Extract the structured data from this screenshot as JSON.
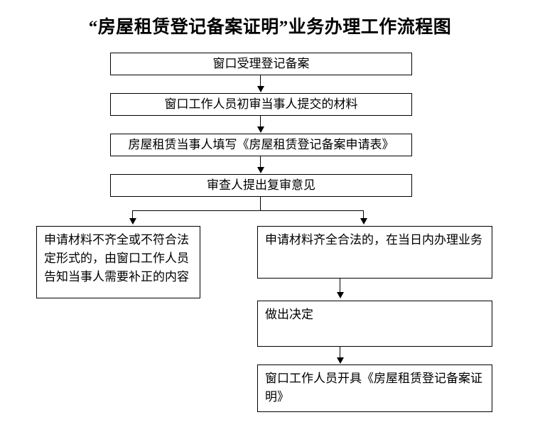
{
  "title": "“房屋租赁登记备案证明”业务办理工作流程图",
  "flowchart": {
    "type": "flowchart",
    "orientation": "top-down",
    "nodes": [
      {
        "id": "n1",
        "label": "窗口受理登记备案"
      },
      {
        "id": "n2",
        "label": "窗口工作人员初审当事人提交的材料"
      },
      {
        "id": "n3",
        "label": "房屋租赁当事人填写《房屋租赁登记备案申请表》"
      },
      {
        "id": "n4",
        "label": "审查人提出复审意见"
      },
      {
        "id": "n5",
        "label": "申请材料不齐全或不符合法定形式的，由窗口工作人员告知当事人需要补正的内容"
      },
      {
        "id": "n6",
        "label": "申请材料齐全合法的，在当日内办理业务"
      },
      {
        "id": "n7",
        "label": "做出决定"
      },
      {
        "id": "n8",
        "label": "窗口工作人员开具《房屋租赁登记备案证明》"
      }
    ],
    "edges": [
      {
        "from": "n1",
        "to": "n2"
      },
      {
        "from": "n2",
        "to": "n3"
      },
      {
        "from": "n3",
        "to": "n4"
      },
      {
        "from": "n4",
        "to": "n5"
      },
      {
        "from": "n4",
        "to": "n6"
      },
      {
        "from": "n6",
        "to": "n7"
      },
      {
        "from": "n7",
        "to": "n8"
      }
    ],
    "colors": {
      "stroke": "#000000",
      "fill": "#ffffff",
      "text": "#000000"
    }
  }
}
